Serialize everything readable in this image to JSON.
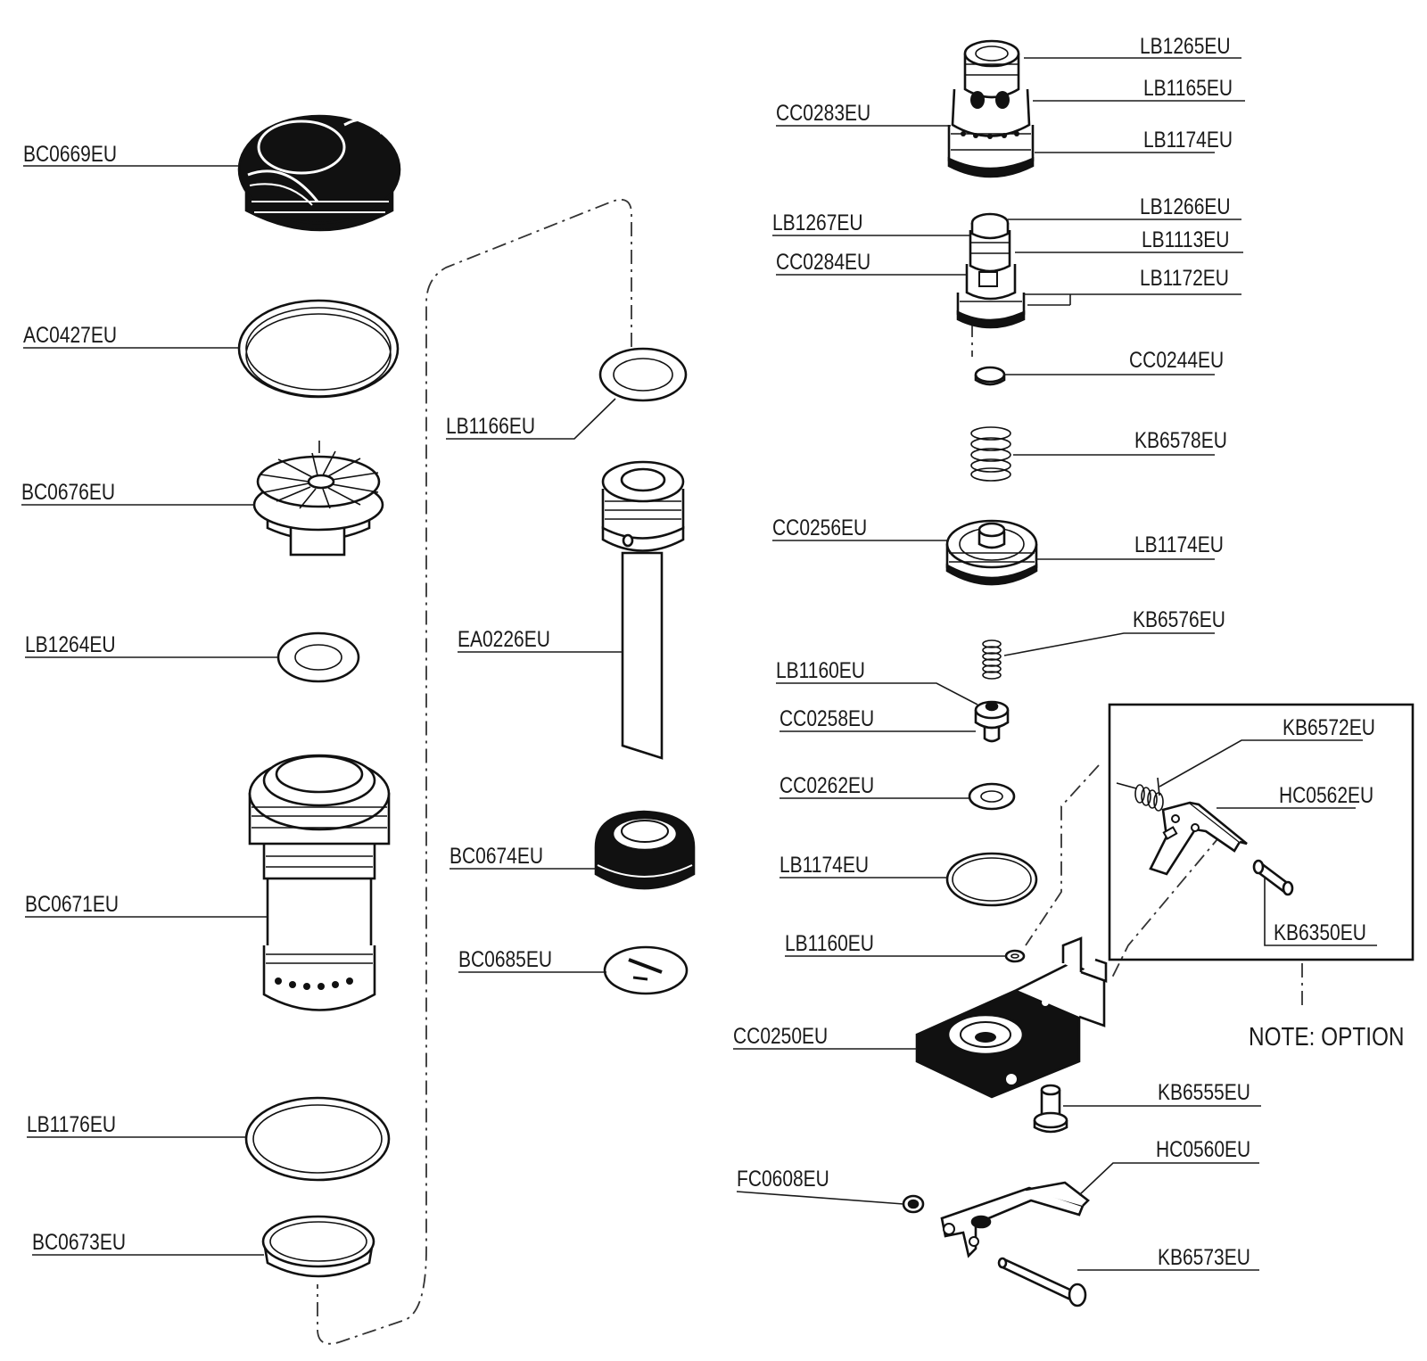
{
  "labels": {
    "BC0669EU": "BC0669EU",
    "AC0427EU": "AC0427EU",
    "BC0676EU": "BC0676EU",
    "LB1264EU": "LB1264EU",
    "BC0671EU": "BC0671EU",
    "LB1176EU": "LB1176EU",
    "BC0673EU": "BC0673EU",
    "LB1166EU": "LB1166EU",
    "EA0226EU": "EA0226EU",
    "BC0674EU": "BC0674EU",
    "BC0685EU": "BC0685EU",
    "LB1265EU": "LB1265EU",
    "LB1165EU": "LB1165EU",
    "CC0283EU": "CC0283EU",
    "LB1174EU_a": "LB1174EU",
    "LB1266EU": "LB1266EU",
    "LB1267EU": "LB1267EU",
    "LB1113EU": "LB1113EU",
    "CC0284EU": "CC0284EU",
    "LB1172EU": "LB1172EU",
    "CC0244EU": "CC0244EU",
    "KB6578EU": "KB6578EU",
    "CC0256EU": "CC0256EU",
    "LB1174EU_b": "LB1174EU",
    "KB6576EU": "KB6576EU",
    "LB1160EU_a": "LB1160EU",
    "CC0258EU": "CC0258EU",
    "CC0262EU": "CC0262EU",
    "LB1174EU_c": "LB1174EU",
    "LB1160EU_b": "LB1160EU",
    "CC0250EU": "CC0250EU",
    "KB6555EU": "KB6555EU",
    "HC0560EU": "HC0560EU",
    "FC0608EU": "FC0608EU",
    "KB6573EU": "KB6573EU",
    "KB6572EU": "KB6572EU",
    "HC0562EU": "HC0562EU",
    "KB6350EU": "KB6350EU",
    "note": "NOTE: OPTION"
  }
}
